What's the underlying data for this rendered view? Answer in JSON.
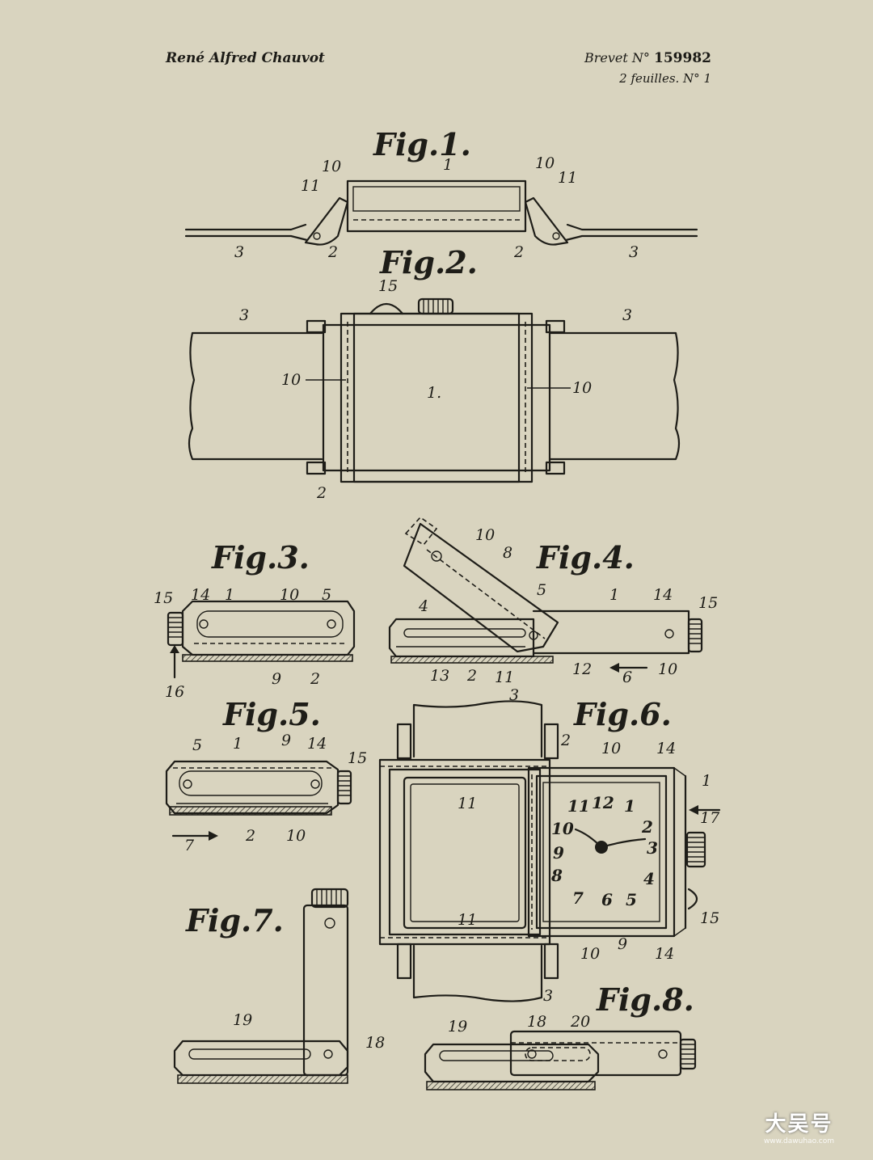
{
  "header": {
    "inventor": "René Alfred Chauvot",
    "brevet_label": "Brevet N°",
    "brevet_number": "159982",
    "sheets": "2 feuilles. N° 1"
  },
  "figures": {
    "fig1": "Fig.1.",
    "fig2": "Fig.2.",
    "fig3": "Fig.3.",
    "fig4": "Fig.4.",
    "fig5": "Fig.5.",
    "fig6": "Fig.6.",
    "fig7": "Fig.7.",
    "fig8": "Fig.8."
  },
  "labels": {
    "fig1": [
      "10",
      "1",
      "10",
      "11",
      "11",
      "3",
      "2",
      "2",
      "3"
    ],
    "fig2": [
      "15",
      "3",
      "3",
      "10",
      "1.",
      "10",
      "2"
    ],
    "fig3": [
      "15",
      "14",
      "1",
      "10",
      "5",
      "16",
      "9",
      "2"
    ],
    "fig4": [
      "10",
      "8",
      "4",
      "5",
      "1",
      "14",
      "15",
      "13",
      "2",
      "11",
      "12",
      "6",
      "10"
    ],
    "fig5": [
      "5",
      "1",
      "9",
      "14",
      "15",
      "7",
      "2",
      "10"
    ],
    "fig6": [
      "3",
      "2",
      "10",
      "14",
      "1",
      "11",
      "17",
      "11",
      "15",
      "10",
      "9",
      "14",
      "3"
    ],
    "fig7": [
      "19",
      "18"
    ],
    "fig8": [
      "19",
      "18",
      "20"
    ]
  },
  "dial_numerals": [
    "12",
    "1",
    "2",
    "3",
    "4",
    "5",
    "6",
    "7",
    "8",
    "9",
    "10",
    "11"
  ],
  "watermark": {
    "title": "大吴号",
    "site": "www.dawuhao.com"
  }
}
